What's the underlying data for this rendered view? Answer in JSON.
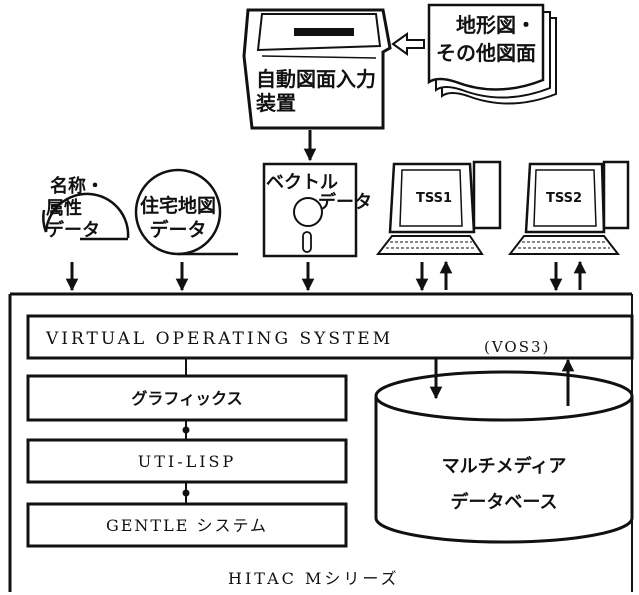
{
  "input_device": {
    "label_line1": "自動図面入力",
    "label_line2": "装置",
    "maps_line1": "地形図・",
    "maps_line2": "その他図面"
  },
  "data_sources": {
    "attribute_line1": "名称・",
    "attribute_line2": "属性",
    "attribute_line3": "データ",
    "housing_line1": "住宅地図",
    "housing_line2": "データ",
    "vector_line1": "ベクトル",
    "vector_line2": "データ"
  },
  "terminals": {
    "tss1": "TSS1",
    "tss2": "TSS2"
  },
  "host": {
    "os_line1": "VIRTUAL OPERATING SYSTEM",
    "os_line2": "(VOS3)",
    "graphics": "グラフィックス",
    "lisp": "UTI-LISP",
    "gentle": "GENTLE システム",
    "database_line1": "マルチメディア",
    "database_line2": "データベース",
    "machine": "HITAC Mシリーズ"
  }
}
